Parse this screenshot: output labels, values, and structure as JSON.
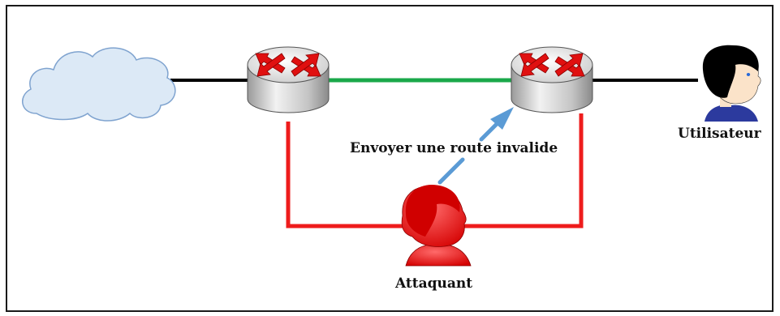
{
  "labels": {
    "user": "Utilisateur",
    "attacker": "Attaquant",
    "action": "Envoyer une route invalide"
  },
  "nodes": {
    "cloud": {
      "icon": "cloud-icon"
    },
    "router_left": {
      "icon": "router-icon"
    },
    "router_right": {
      "icon": "router-icon"
    },
    "user": {
      "icon": "user-person-icon"
    },
    "attacker": {
      "icon": "attacker-person-icon"
    }
  },
  "colors": {
    "wan_link": "#000000",
    "trusted_link": "#1aa84a",
    "attack_link": "#ee1c1c",
    "attack_arrow": "#5b9bd5",
    "router_body": "#cfcfcf",
    "router_arrows": "#e01010",
    "cloud_fill": "#dce9f6",
    "cloud_stroke": "#7fa3cf",
    "attacker_fill": "#e80000",
    "user_skin": "#fbe3c9",
    "user_hair": "#000000",
    "user_shirt": "#2c3a9e"
  }
}
